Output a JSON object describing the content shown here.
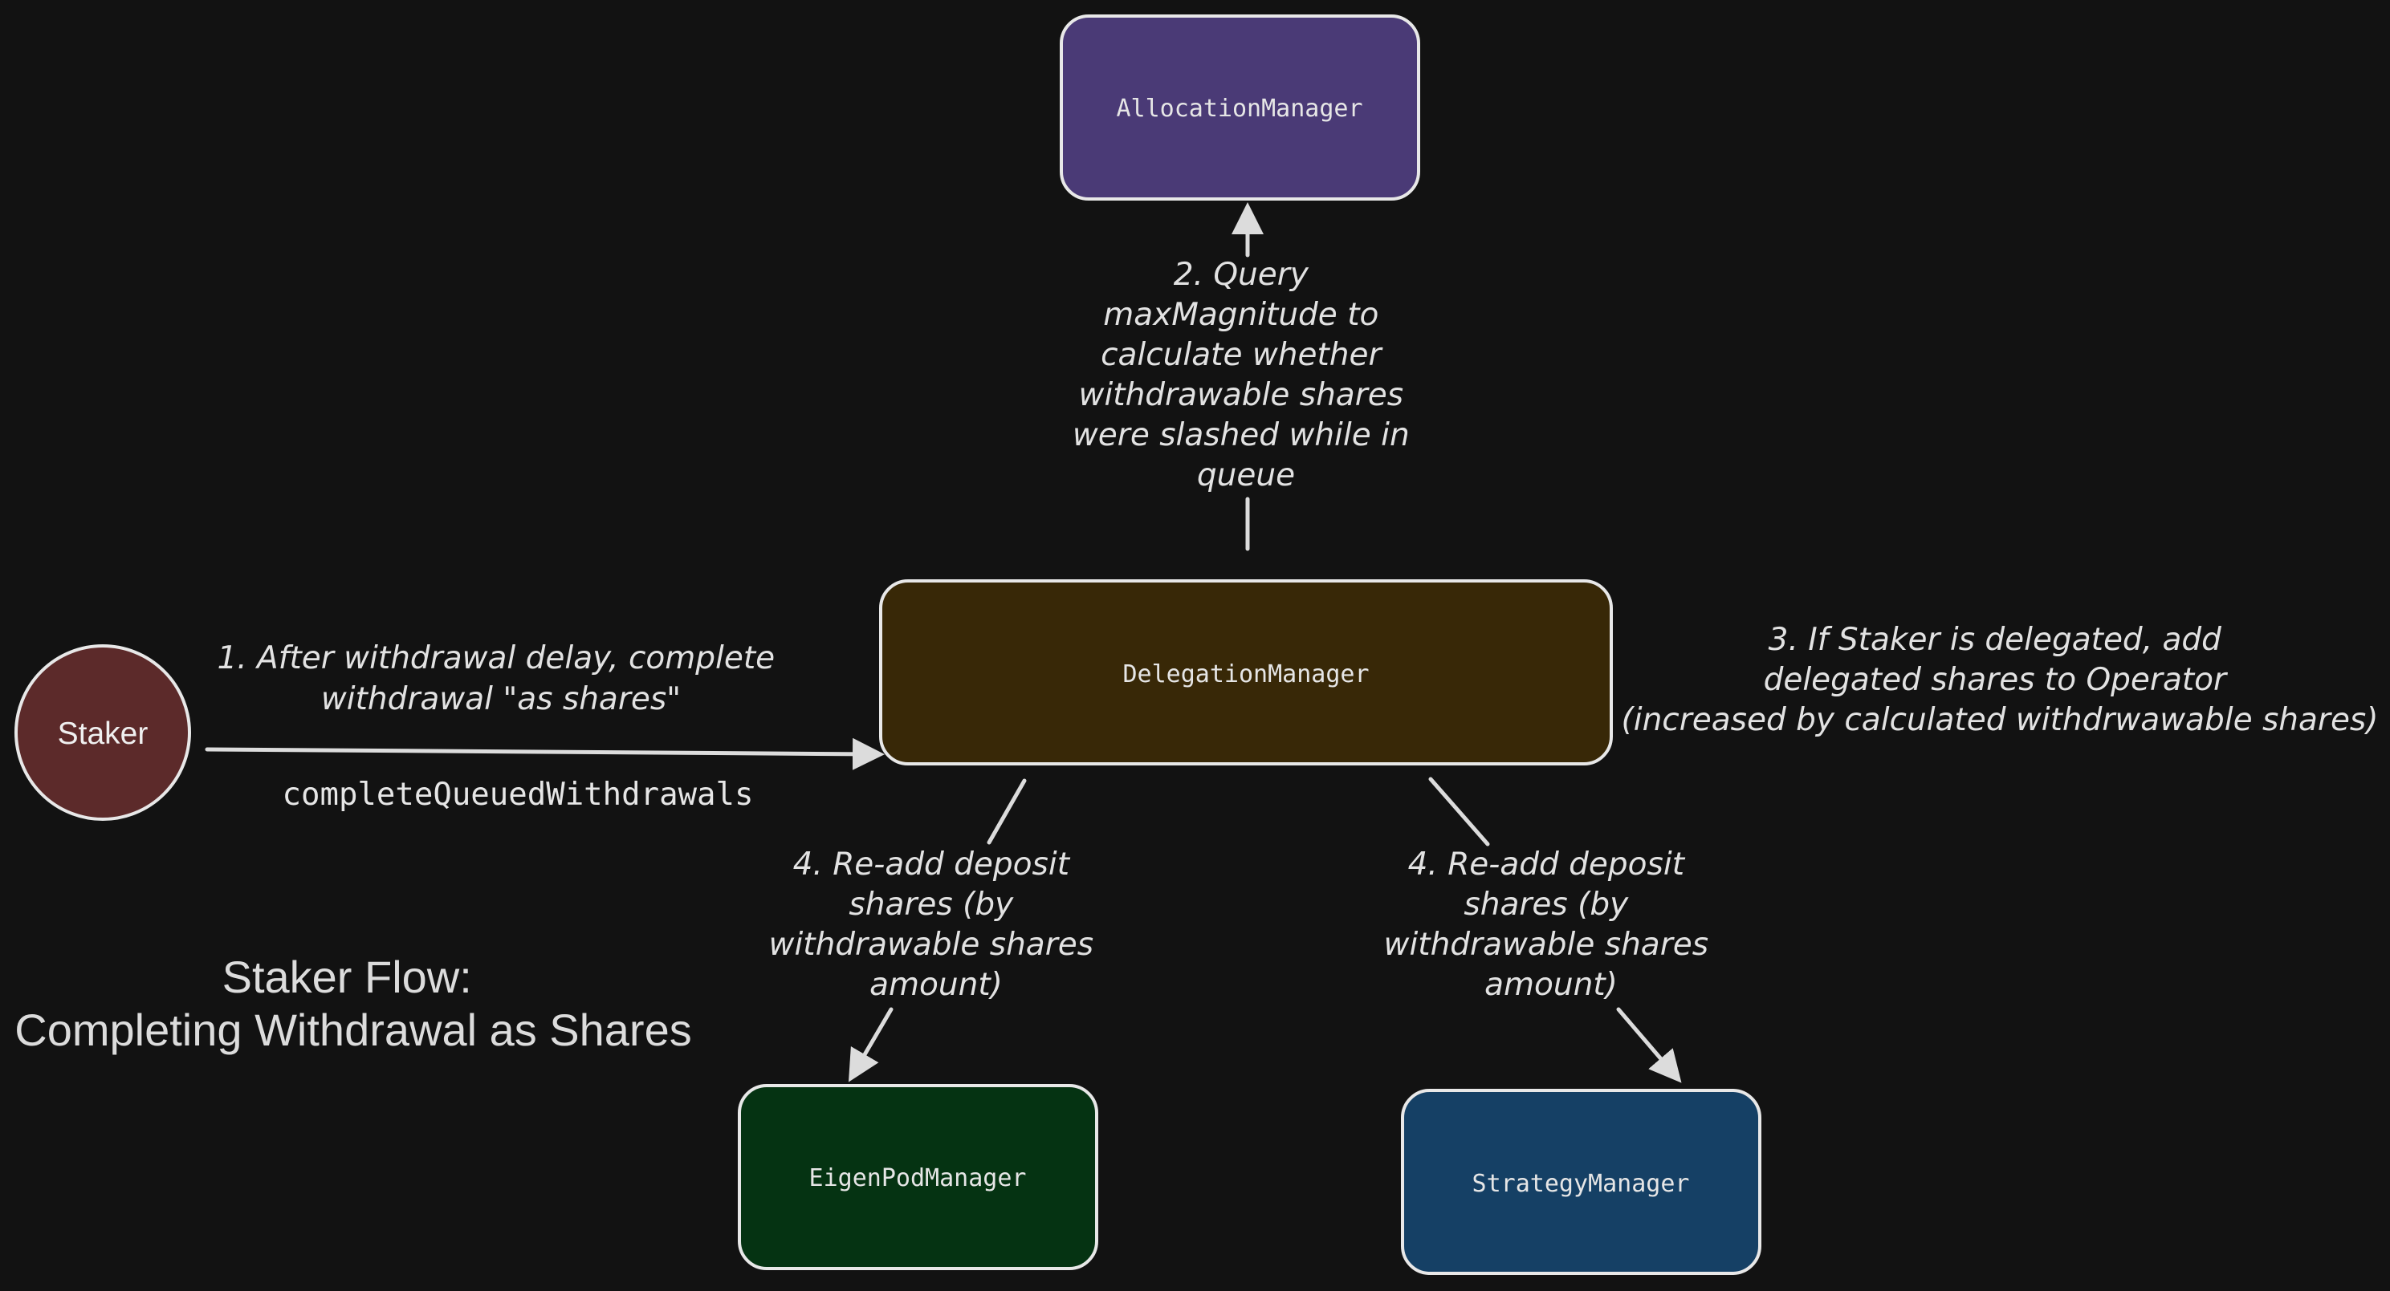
{
  "nodes": {
    "allocation_manager": {
      "label": "AllocationManager",
      "color": "#4a3a76"
    },
    "delegation_manager": {
      "label": "DelegationManager",
      "color": "#382807"
    },
    "staker": {
      "label": "Staker",
      "color": "#5c2a2a"
    },
    "eigenpod_manager": {
      "label": "EigenPodManager",
      "color": "#053312"
    },
    "strategy_manager": {
      "label": "StrategyManager",
      "color": "#154065"
    }
  },
  "edges": {
    "complete": {
      "lines": [
        "1. After withdrawal delay, complete",
        "withdrawal \"as shares\""
      ],
      "method": "completeQueuedWithdrawals"
    },
    "query": {
      "lines": [
        "2. Query",
        "maxMagnitude to",
        "calculate whether",
        "withdrawable shares",
        "were slashed while in",
        "queue"
      ]
    },
    "delegate": {
      "lines": [
        "3. If Staker is delegated, add",
        "delegated shares to Operator",
        "(increased by calculated withdrwawable shares)"
      ]
    },
    "readd_eigenpod": {
      "lines": [
        "4. Re-add deposit",
        "shares (by",
        "withdrawable shares",
        "amount)"
      ]
    },
    "readd_strategy": {
      "lines": [
        "4. Re-add deposit",
        "shares (by",
        "withdrawable shares",
        "amount)"
      ]
    }
  },
  "title": {
    "lines": [
      "Staker Flow:",
      "Completing Withdrawal as Shares"
    ]
  }
}
